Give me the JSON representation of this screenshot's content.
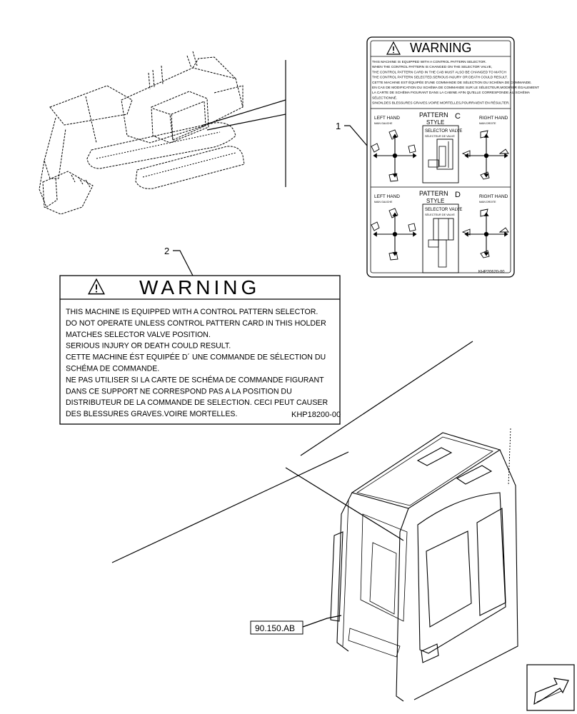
{
  "callouts": {
    "item1": "1",
    "item2": "2"
  },
  "small_decal": {
    "title": "WARNING",
    "lines": [
      "THIS MACHINE IS EQUIPPED WITH A CONTROL PATTERN SELECTOR.",
      "WHEN THE CONTROL PATTERN IS CHANGED ON THE SELECTOR VALVE,",
      "THE CONTROL PATTERN CARD IN THE CAB MUST ALSO BE CHANGED TO MATCH",
      "THE CONTROL PATTERN SELECTED.SERIOUS INJURY OR DEATH COULD RESULT.",
      "CETTE MACHINE EST ÉQUIPÉE D'UNE COMMANDE DE SÉLECTION DU SCHÉMA DE COMMANDE.",
      "EN CAS DE MODIFICATION DU SCHÉMA DE COMMANDE SUR LE SÉLECTEUR,MODIFIER ÉGALEMENT",
      "LA CARTE DE SCHÉMA FIGURANT DANS LA CABINE AFIN QU'ELLE CORRESPONDE AU SCHÉMA",
      "SÉLECTIONNÉ.",
      "SINON,DES BLESSURES GRAVES,VOIRE MORTELLES,POURRAIENT EN RÉSULTER."
    ],
    "panels": [
      {
        "left_hand": "LEFT HAND",
        "left_hand_fr": "MAIN GAUCHE",
        "pattern": "PATTERN",
        "letter": "C",
        "style": "STYLE",
        "right_hand": "RIGHT HAND",
        "right_hand_fr": "MAIN DROITE",
        "valve": "SELECTOR VALVE",
        "valve_fr": "SÉLECTEUR DE VALVE"
      },
      {
        "left_hand": "LEFT HAND",
        "left_hand_fr": "MAIN GAUCHE",
        "pattern": "PATTERN",
        "letter": "D",
        "style": "STYLE",
        "right_hand": "RIGHT HAND",
        "right_hand_fr": "MAIN DROITE",
        "valve": "SELECTOR VALVE",
        "valve_fr": "SÉLECTEUR DE VALVE"
      }
    ],
    "code": "KHP20620-00"
  },
  "large_decal": {
    "title": "WARNING",
    "lines": [
      "THIS MACHINE IS EQUIPPED WITH A CONTROL PATTERN SELECTOR.",
      "DO NOT OPERATE UNLESS CONTROL PATTERN CARD IN THIS HOLDER",
      "MATCHES SELECTOR VALVE POSITION.",
      "SERIOUS INJURY OR DEATH COULD RESULT.",
      "CETTE MACHINE ÉST EQUIPÉE D´ UNE COMMANDE DE SÉLECTION DU",
      "SCHÉMA DE COMMANDE.",
      "NE PAS UTILISER SI LA CARTE DE SCHÉMA DE COMMANDE FIGURANT",
      "DANS CE SUPPORT NE CORRESPOND PAS A LA POSITION DU",
      "DISTRIBUTEUR DE LA COMMANDE DE SELECTION. CECI PEUT CAUSER",
      "DES BLESSURES GRAVES.VOIRE MORTELLES."
    ],
    "code": "KHP18200-00"
  },
  "reference": "90.150.AB",
  "icons": [
    "warning-triangle-icon",
    "next-page-arrow-icon"
  ]
}
